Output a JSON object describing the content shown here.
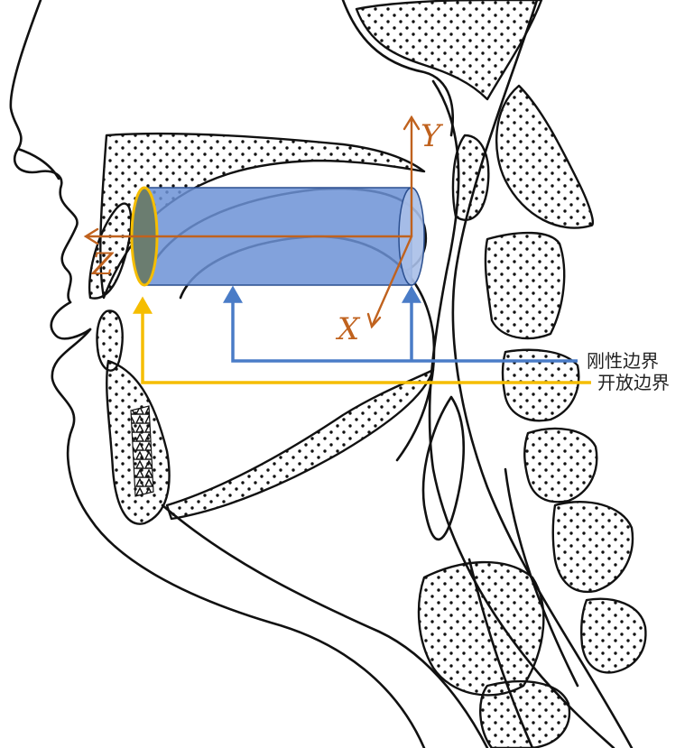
{
  "axes": {
    "x_label": "X",
    "y_label": "Y",
    "z_label": "Z"
  },
  "boundaries": {
    "rigid_label": "刚性边界",
    "open_label": "开放边界"
  },
  "colors": {
    "axis": "#c0621e",
    "rigid_boundary": "#4a7cc7",
    "open_boundary": "#f5bd00",
    "cylinder_fill": "#6c92d6",
    "cylinder_end_open": "#6b7d70",
    "outline": "#111111"
  }
}
